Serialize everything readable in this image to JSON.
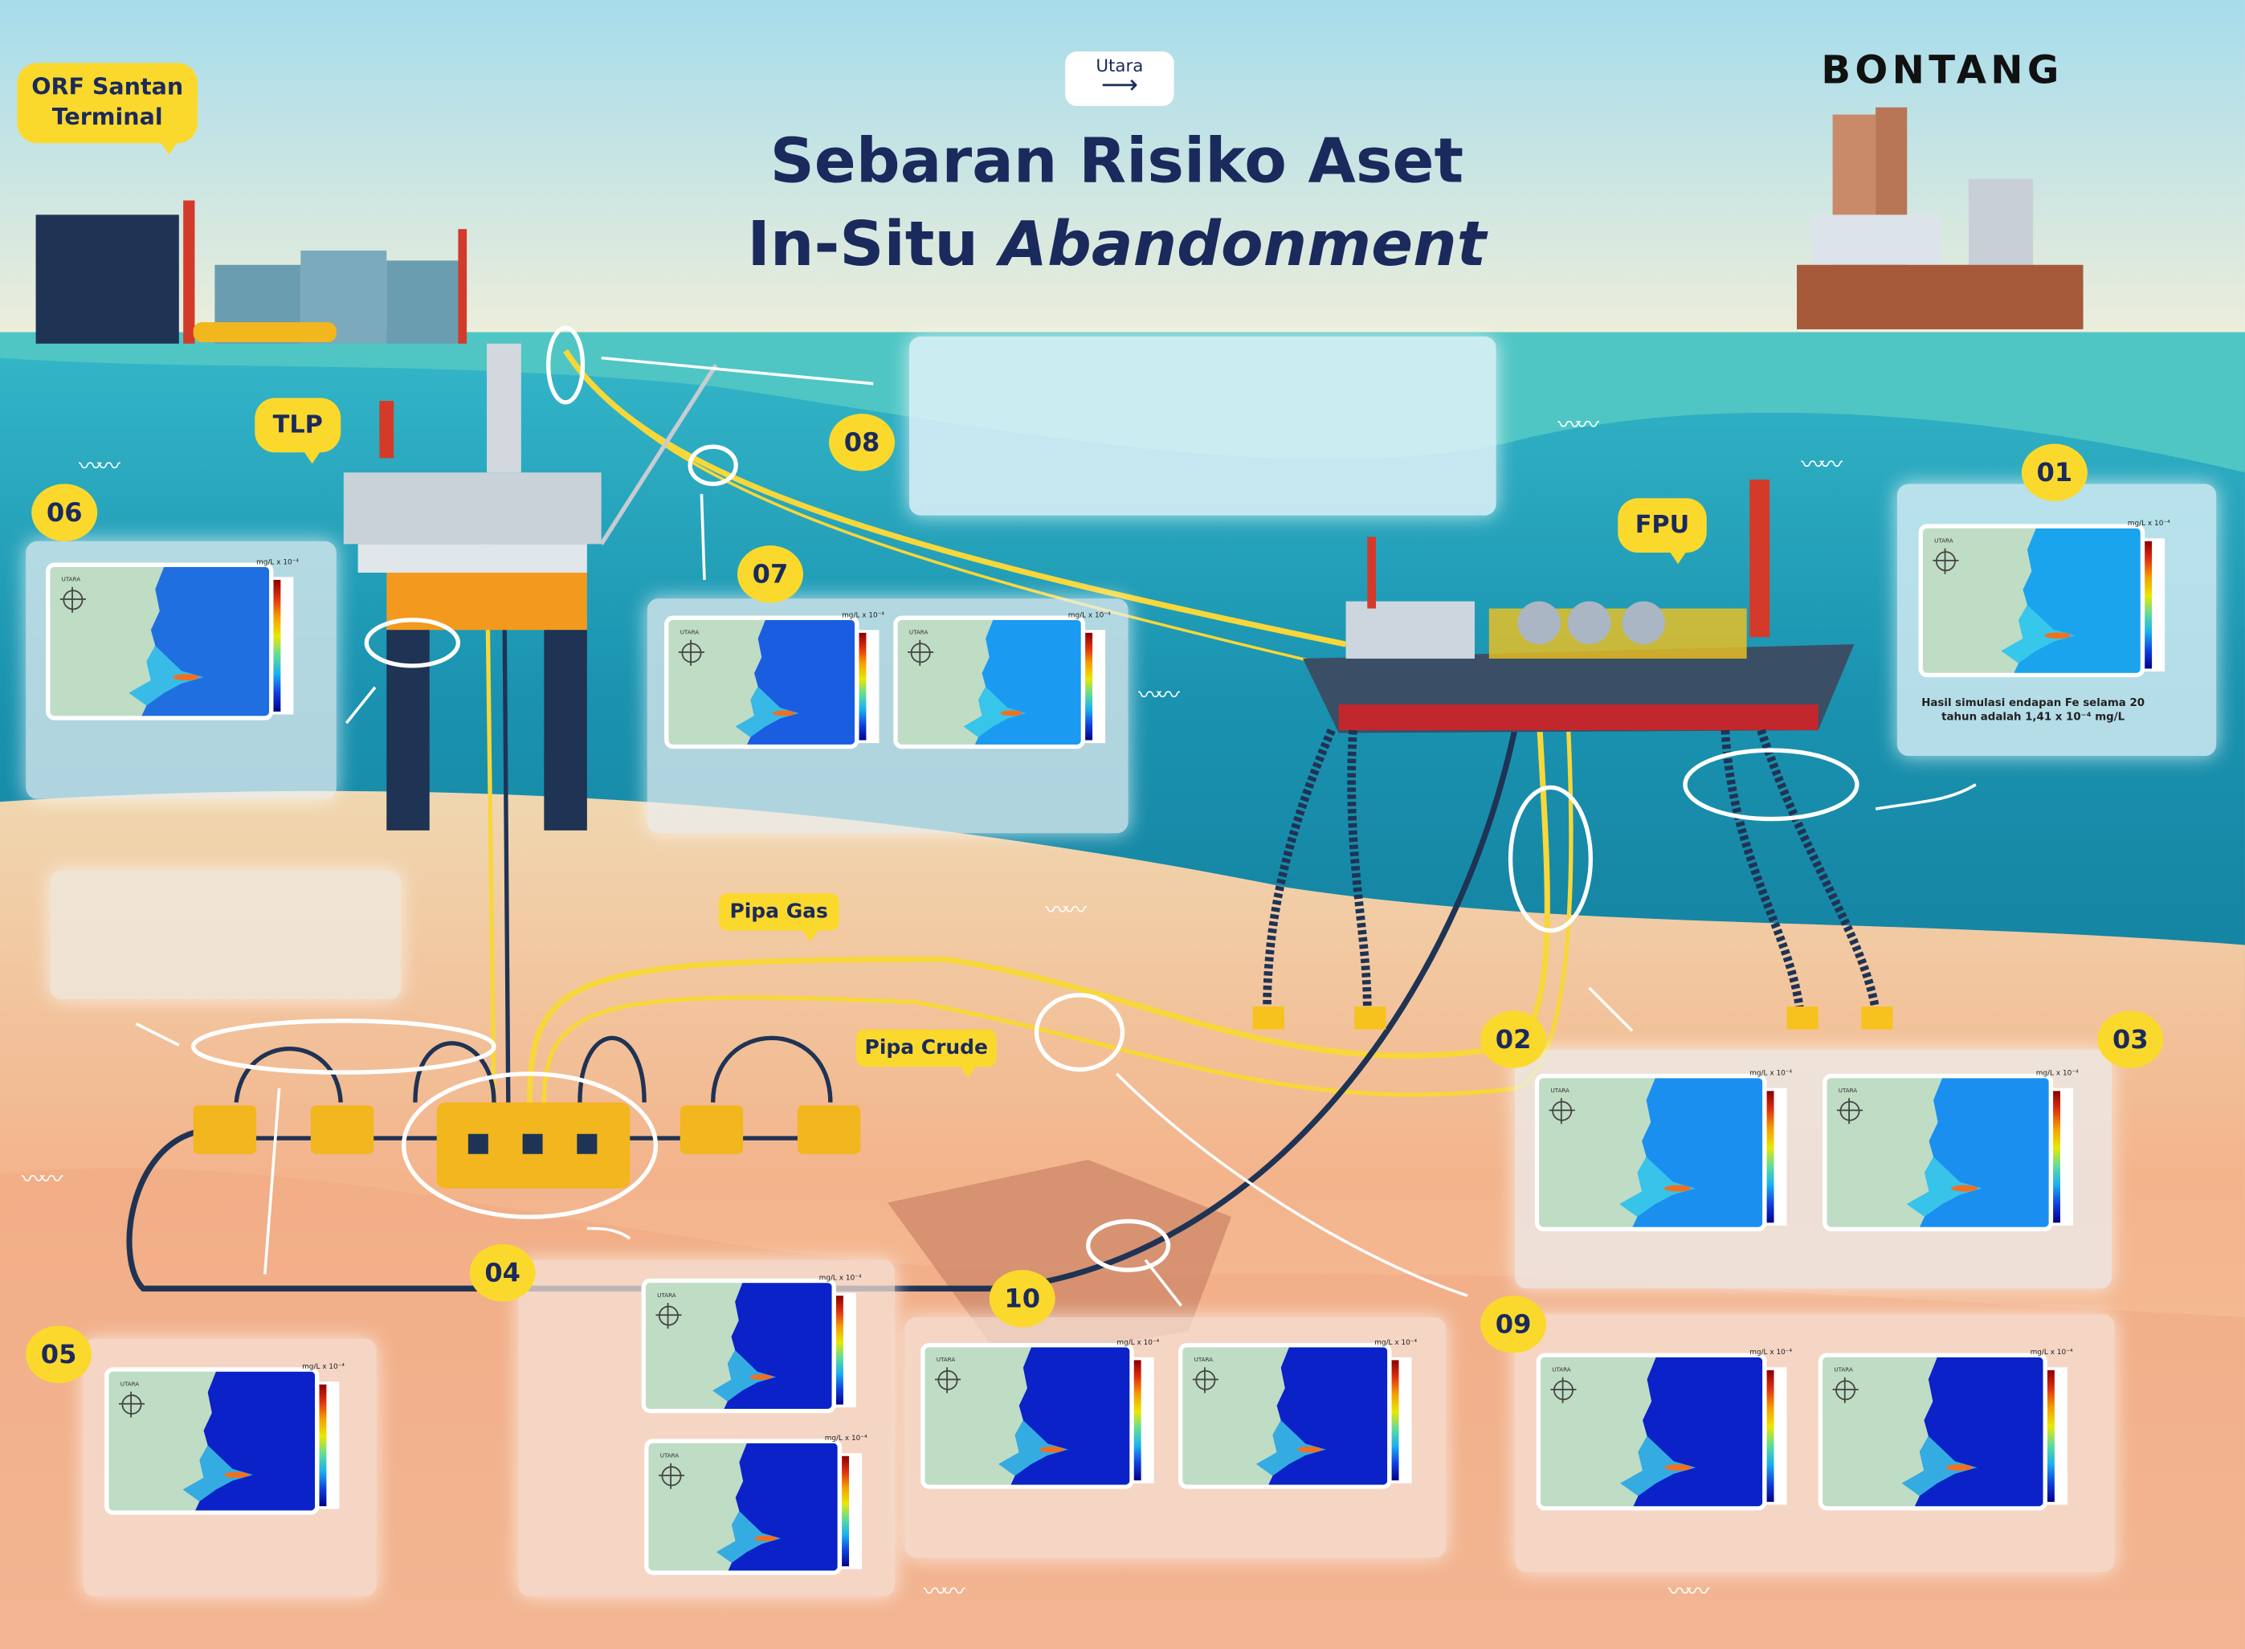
{
  "title": {
    "line1": "Sebaran Risiko Aset",
    "line2_plain": "In-Situ ",
    "line2_italic": "Abandonment"
  },
  "north": {
    "label": "Utara",
    "icon": "arrow-right-icon"
  },
  "places": {
    "left": "ORF Santan Terminal",
    "right": "BONTANG"
  },
  "labels": {
    "tlp": "TLP",
    "fpu": "FPU",
    "pipa_gas": "Pipa Gas",
    "pipa_crude": "Pipa Crude"
  },
  "badges": [
    "01",
    "02",
    "03",
    "04",
    "05",
    "06",
    "07",
    "08",
    "09",
    "10"
  ],
  "map": {
    "north_label": "UTARA",
    "unit": "mg/L x 10⁻⁴"
  },
  "caption_01": "Hasil simulasi endapan Fe selama 20 tahun adalah 1,41 x 10⁻⁴ mg/L",
  "colors": {
    "navy": "#1b2a5c",
    "yellow": "#fbd92c",
    "sea": "#2bb3c8",
    "sand": "#f2c79a"
  }
}
